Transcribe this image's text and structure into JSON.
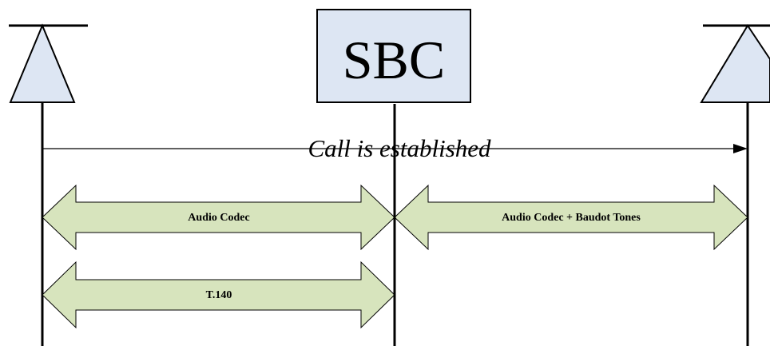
{
  "diagram": {
    "center_entity_label": "SBC",
    "call_message": "Call is established",
    "arrows": {
      "left_audio": "Audio Codec",
      "right_audio": "Audio Codec + Baudot Tones",
      "left_text": "T.140"
    }
  },
  "colors": {
    "entity_fill": "#dde6f3",
    "arrow_fill": "#d7e4bd",
    "stroke": "#000000"
  }
}
